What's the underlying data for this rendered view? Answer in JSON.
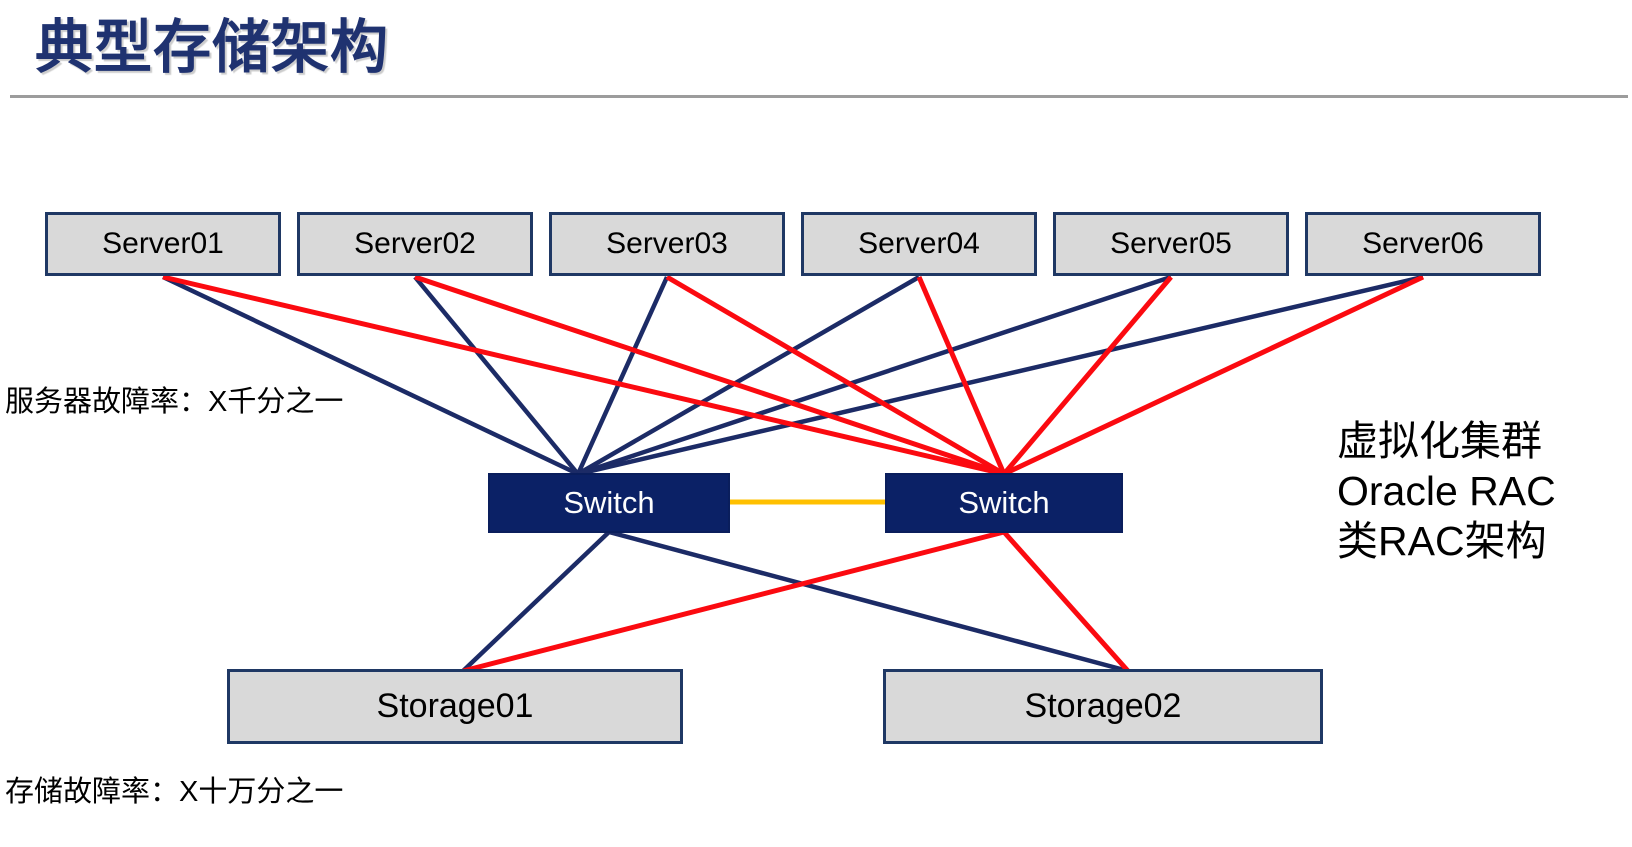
{
  "title": "典型存储架构",
  "labels": {
    "server_failure_rate": "服务器故障率：X千分之一",
    "storage_failure_rate": "存储故障率：X十万分之一"
  },
  "side_note": {
    "lines": [
      "虚拟化集群",
      "Oracle RAC",
      "类RAC架构"
    ]
  },
  "nodes": {
    "servers": [
      {
        "id": "server01",
        "label": "Server01"
      },
      {
        "id": "server02",
        "label": "Server02"
      },
      {
        "id": "server03",
        "label": "Server03"
      },
      {
        "id": "server04",
        "label": "Server04"
      },
      {
        "id": "server05",
        "label": "Server05"
      },
      {
        "id": "server06",
        "label": "Server06"
      }
    ],
    "switches": [
      {
        "id": "switch-a",
        "label": "Switch"
      },
      {
        "id": "switch-b",
        "label": "Switch"
      }
    ],
    "storages": [
      {
        "id": "storage01",
        "label": "Storage01"
      },
      {
        "id": "storage02",
        "label": "Storage02"
      }
    ]
  },
  "connections": [
    {
      "from": "server01",
      "to": "switch-a",
      "color": "navy"
    },
    {
      "from": "server02",
      "to": "switch-a",
      "color": "navy"
    },
    {
      "from": "server03",
      "to": "switch-a",
      "color": "navy"
    },
    {
      "from": "server04",
      "to": "switch-a",
      "color": "navy"
    },
    {
      "from": "server05",
      "to": "switch-a",
      "color": "navy"
    },
    {
      "from": "server06",
      "to": "switch-a",
      "color": "navy"
    },
    {
      "from": "server01",
      "to": "switch-b",
      "color": "red"
    },
    {
      "from": "server02",
      "to": "switch-b",
      "color": "red"
    },
    {
      "from": "server03",
      "to": "switch-b",
      "color": "red"
    },
    {
      "from": "server04",
      "to": "switch-b",
      "color": "red"
    },
    {
      "from": "server05",
      "to": "switch-b",
      "color": "red"
    },
    {
      "from": "server06",
      "to": "switch-b",
      "color": "red"
    },
    {
      "from": "switch-a",
      "to": "switch-b",
      "color": "orange"
    },
    {
      "from": "switch-a",
      "to": "storage01",
      "color": "navy"
    },
    {
      "from": "switch-a",
      "to": "storage02",
      "color": "navy"
    },
    {
      "from": "switch-b",
      "to": "storage01",
      "color": "red"
    },
    {
      "from": "switch-b",
      "to": "storage02",
      "color": "red"
    }
  ],
  "colors": {
    "navy": "#1C2B66",
    "red": "#FB0A10",
    "orange": "#FFC000",
    "title": "#1F3270",
    "box_fill": "#D9D9D9",
    "box_border": "#1F3864",
    "switch_fill": "#0B2166",
    "rule": "#9C9C9C"
  }
}
